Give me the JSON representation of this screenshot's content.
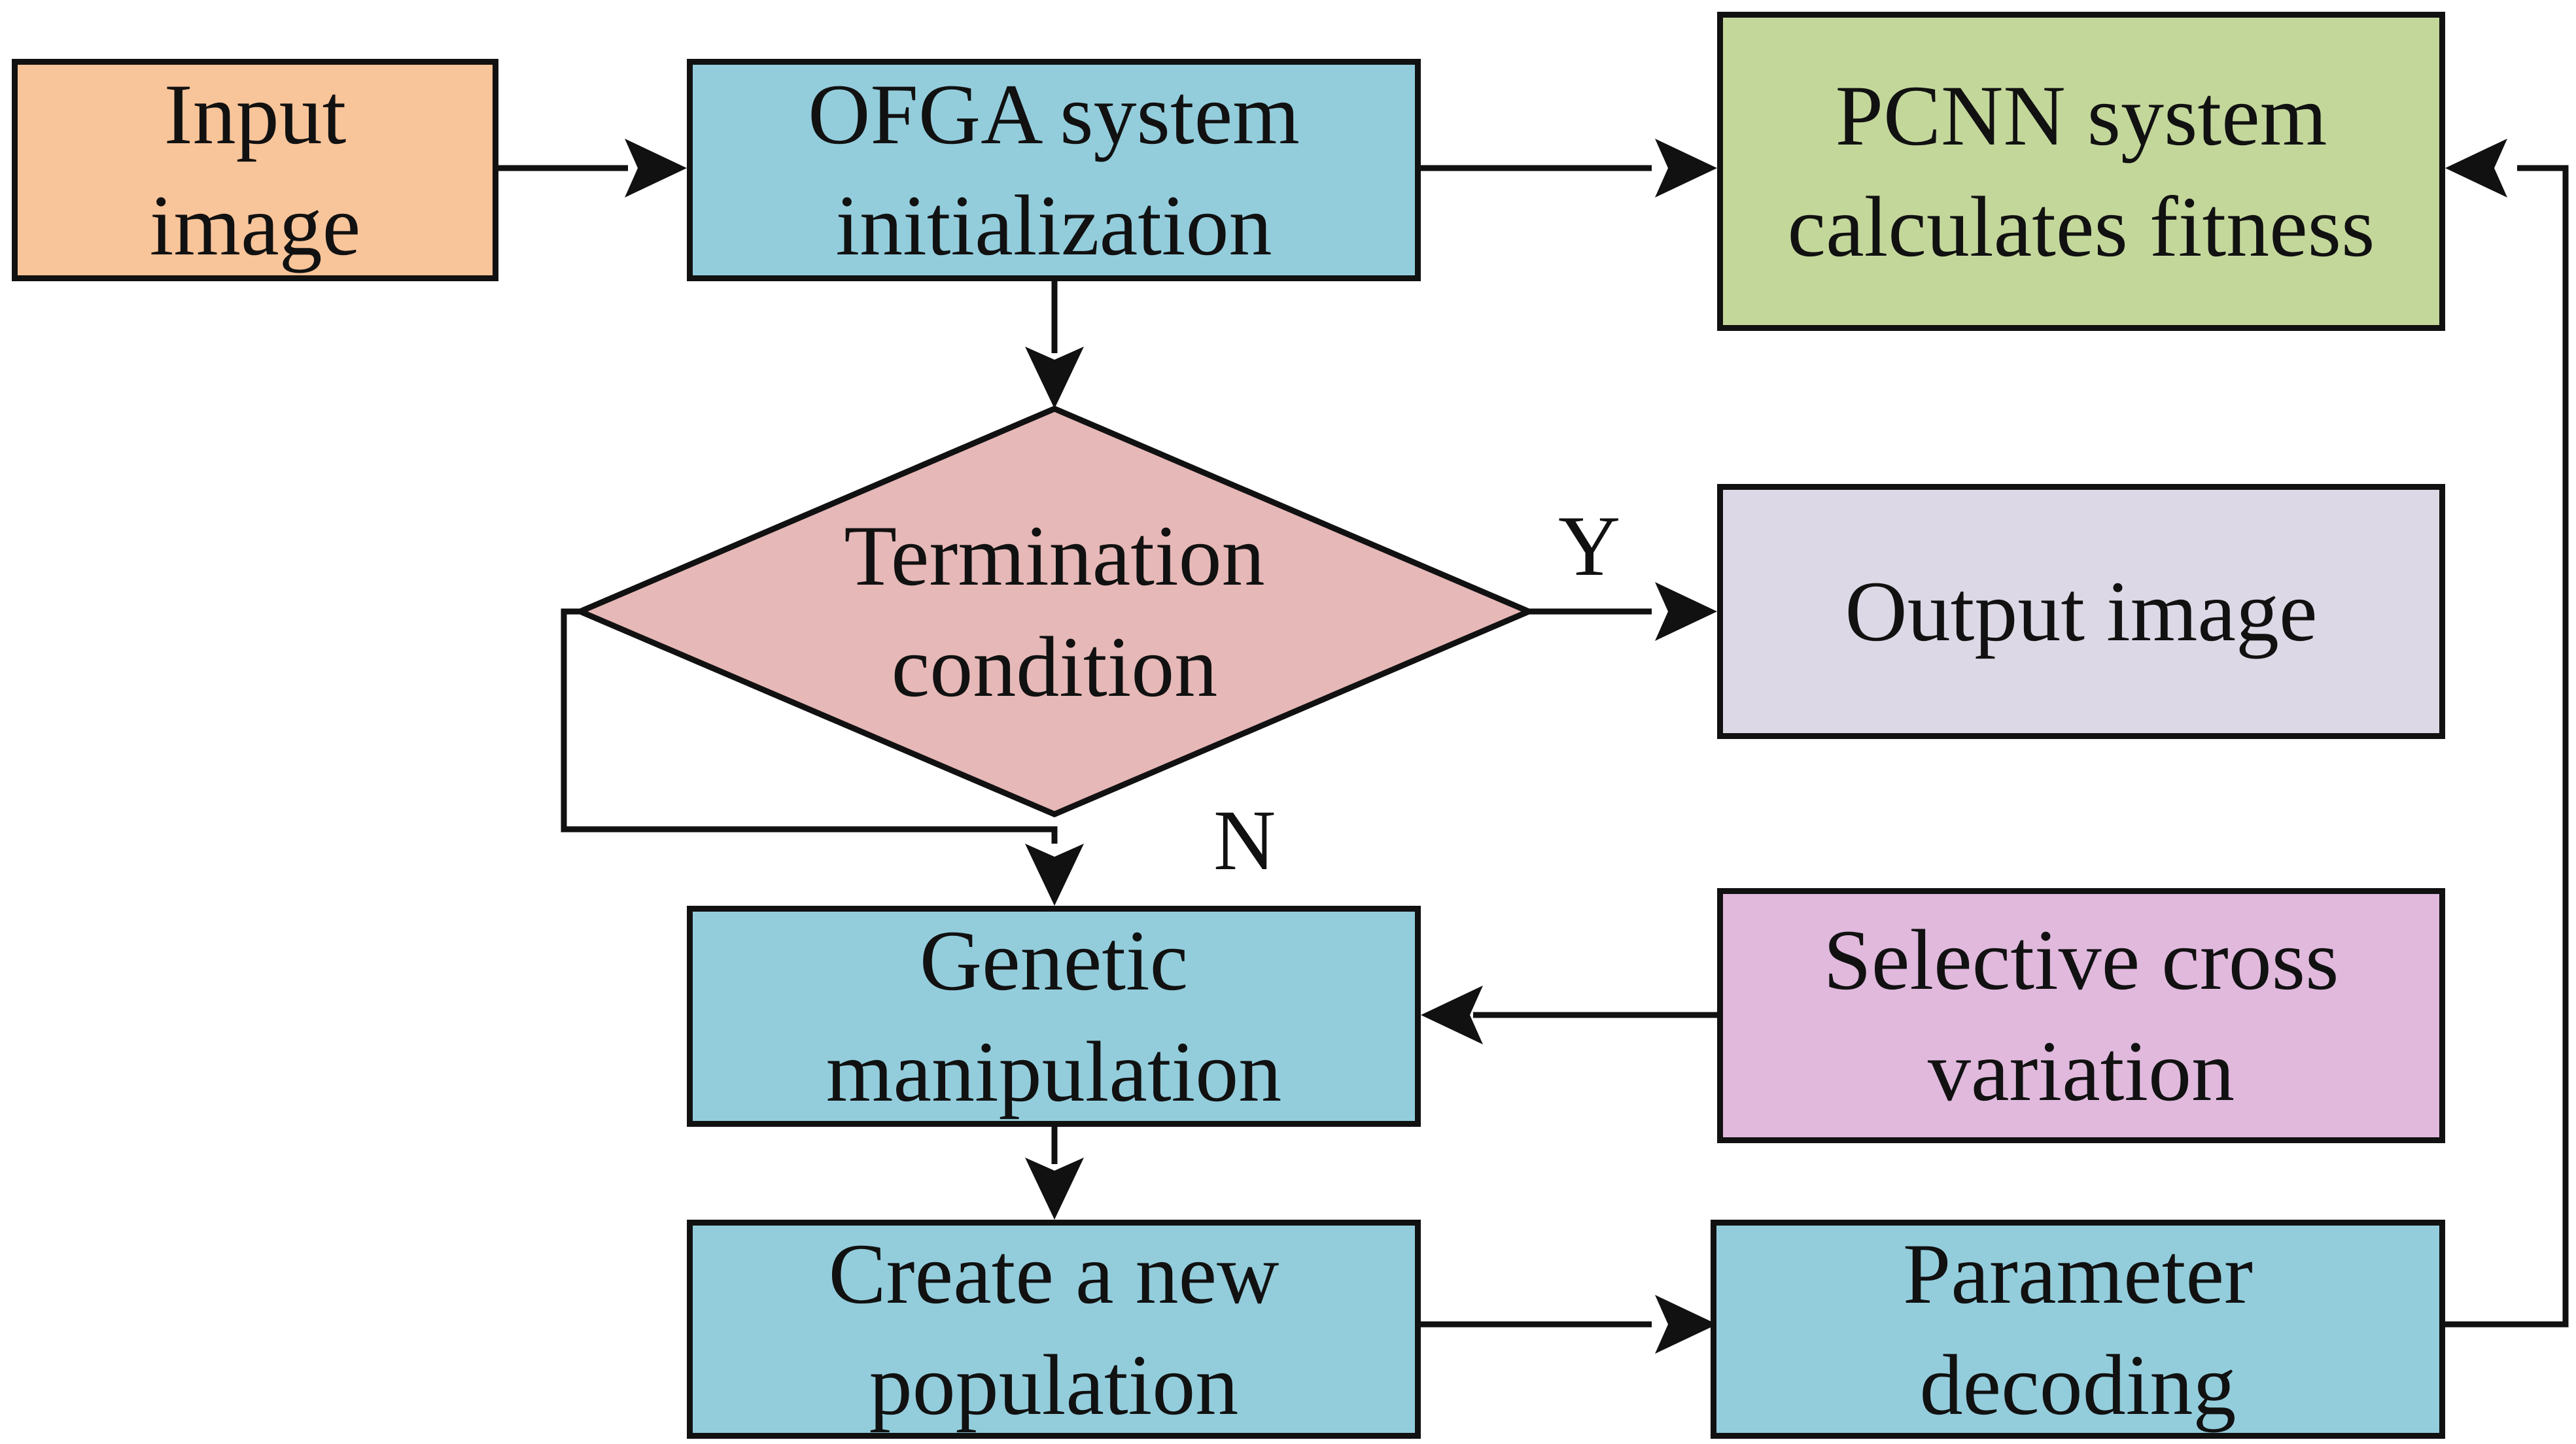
{
  "nodes": {
    "input_image": {
      "lines": [
        "Input",
        "image"
      ],
      "color": "#f8c499"
    },
    "ofga_init": {
      "lines": [
        "OFGA system",
        "initialization"
      ],
      "color": "#93cddc"
    },
    "pcnn_fitness": {
      "lines": [
        "PCNN system",
        "calculates fitness"
      ],
      "color": "#c4d79b"
    },
    "termination": {
      "lines": [
        "Termination",
        "condition"
      ],
      "color": "#e6b8b7"
    },
    "output_image": {
      "lines": [
        "Output image"
      ],
      "color": "#ddd8e5"
    },
    "genetic_manipulation": {
      "lines": [
        "Genetic",
        "manipulation"
      ],
      "color": "#93cddc"
    },
    "selective_cross": {
      "lines": [
        "Selective cross",
        "variation"
      ],
      "color": "#e0b9dd"
    },
    "new_population": {
      "lines": [
        "Create a new",
        "population"
      ],
      "color": "#93cddc"
    },
    "parameter_decoding": {
      "lines": [
        "Parameter",
        "decoding"
      ],
      "color": "#93cddc"
    }
  },
  "edge_labels": {
    "yes": "Y",
    "no": "N"
  },
  "stroke_color": "#111111"
}
